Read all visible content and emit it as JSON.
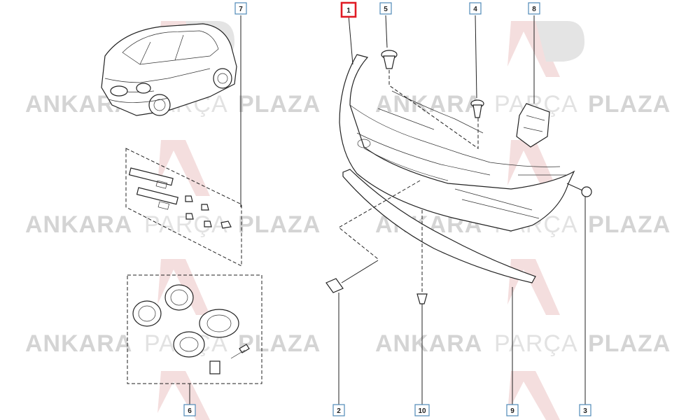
{
  "watermark": {
    "word1": "ANKARA",
    "word2": "PARÇA",
    "word3": "PLAZA",
    "colors": {
      "bold": "#d4d4d4",
      "light": "#e2e2e2",
      "logo": "#f4dede"
    }
  },
  "callouts": [
    {
      "id": "1",
      "label": "1",
      "highlighted": true
    },
    {
      "id": "2",
      "label": "2",
      "highlighted": false
    },
    {
      "id": "3",
      "label": "3",
      "highlighted": false
    },
    {
      "id": "4",
      "label": "4",
      "highlighted": false
    },
    {
      "id": "5",
      "label": "5",
      "highlighted": false
    },
    {
      "id": "6",
      "label": "6",
      "highlighted": false
    },
    {
      "id": "7",
      "label": "7",
      "highlighted": false
    },
    {
      "id": "8",
      "label": "8",
      "highlighted": false
    },
    {
      "id": "9",
      "label": "9",
      "highlighted": false
    },
    {
      "id": "10",
      "label": "10",
      "highlighted": false
    }
  ],
  "colors": {
    "highlight": "#e01b24",
    "callout_border": "#4f8ab8",
    "line": "#222222"
  }
}
